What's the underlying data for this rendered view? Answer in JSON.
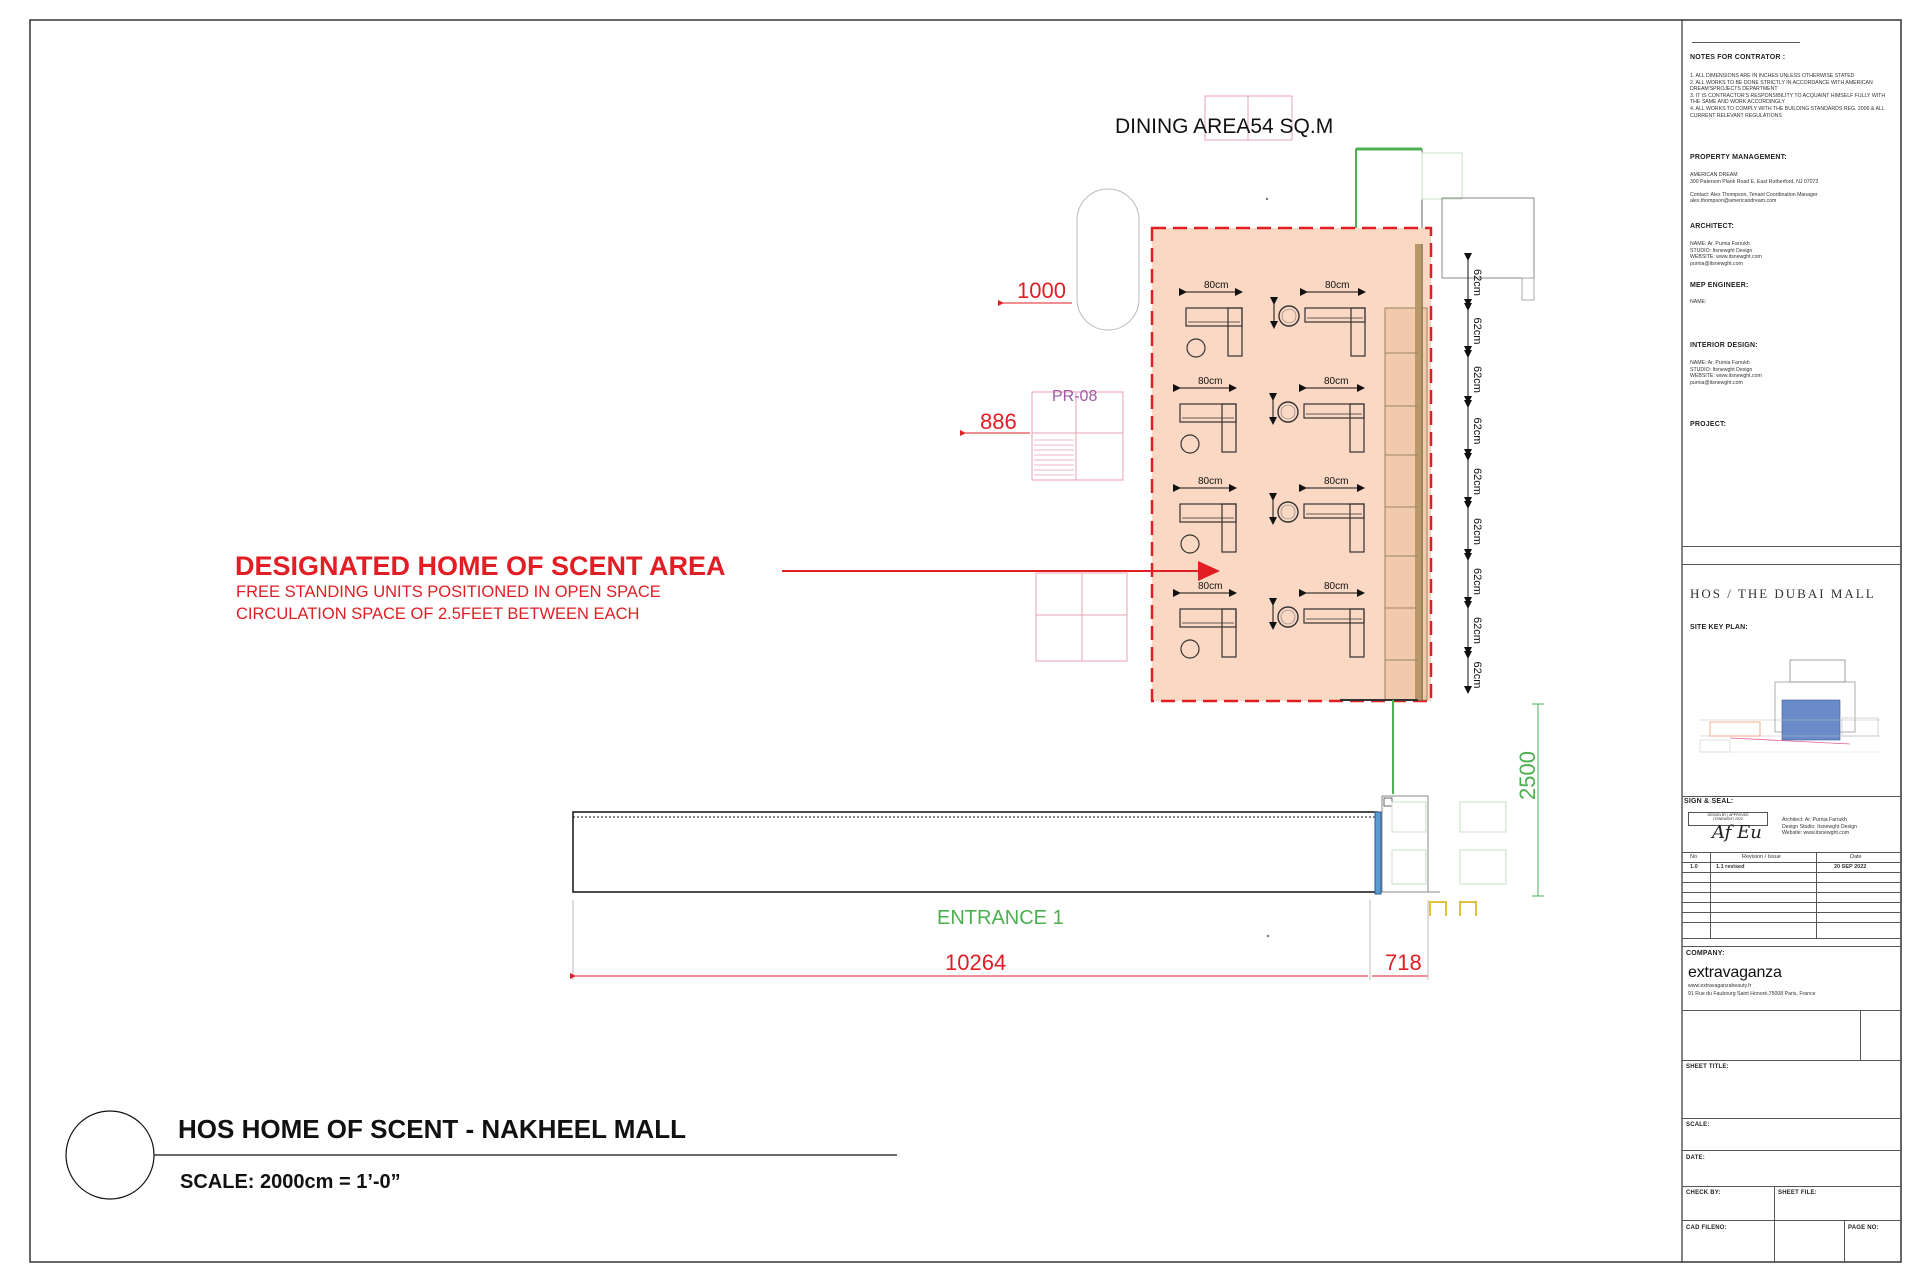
{
  "plan": {
    "dining_label": "DINING AREA54 SQ.M",
    "dim_1000": "1000",
    "dim_886": "886",
    "pr_label": "PR-08",
    "unit_width": "80cm",
    "row_spacing": "62cm",
    "entrance_label": "ENTRANCE 1",
    "dim_10264": "10264",
    "dim_718": "718",
    "dim_2500": "2500"
  },
  "callout": {
    "title": "DESIGNATED HOME OF SCENT AREA",
    "line1": "FREE STANDING UNITS POSITIONED IN OPEN SPACE",
    "line2": "CIRCULATION SPACE OF 2.5FEET BETWEEN EACH"
  },
  "drawing_title": {
    "title": "HOS HOME OF SCENT - NAKHEEL MALL",
    "scale": "SCALE: 2000cm = 1’-0”"
  },
  "title_block": {
    "notes_heading": "NOTES FOR CONTRATOR :",
    "notes_text": "1. ALL DIMENSIONS ARE IN INCHES UNLESS OTHERWISE STATED\n2. ALL WORKS TO BE DONE STRICTLY IN ACCORDANCE WITH AMERICAN DREAM'SPROJECTS DEPARTMENT\n3. IT IS CONTRACTOR'S RESPONSIBILITY TO ACQUAINT HIMSELF FULLY WITH THE SAME AND WORK ACCORDINGLY\n4. ALL WORKS TO COMPLY WITH THE BUILDING STANDARDS REG. 2006 & ALL CURRENT RELEVANT REGULATIONS",
    "pm_heading": "PROPERTY MANAGEMENT:",
    "pm_text": "AMERICAN DREAM\n300 Paterson Plank Road E. East Rutherford, NJ 07073\n\nContact: Alex Thompson, Tenant Coordination Manager\nalex.thompson@americandream.com",
    "arch_heading": "ARCHITECT:",
    "arch_text": "NAME: Ar. Purnia Farrukh\nSTUDIO: Itsnewght Design\nWEBSITE: www.itsnewght.com\npurnia@itsnewght.com",
    "mep_heading": "MEP ENGINEER:",
    "mep_text": "NAME:",
    "id_heading": "INTERIOR DESIGN:",
    "id_text": "NAME: Ar. Purnia Farrukh\nSTUDIO: Itsnewght Design\nWEBSITE: www.itsnewght.com\npurnia@itsnewght.com",
    "project_heading": "PROJECT:",
    "project_name": "HOS / THE DUBAI MALL",
    "keyplan_heading": "SITE KEY PLAN:",
    "sign_heading": "SIGN & SEAL:",
    "stamp_text": "DESIGN BY | APPROVED\nITSNEWGHT 2022",
    "signature": "Af Eu",
    "sign_text": "Architect: Ar. Purnia Farrukh\nDesign Studio: Itsnewght Design\nWebsite: www.itsnewght.com",
    "rev_no_h": "No",
    "rev_issue_h": "Revision / Issue",
    "rev_date_h": "Date",
    "rev_no": "1.0",
    "rev_issue": "1.1 revised",
    "rev_date": "20 SEP 2022",
    "company_heading": "COMPANY:",
    "company_name_a": "extra",
    "company_name_b": "vaganza",
    "company_web": "www.extravaganzabeauty.fr",
    "company_addr": "91 Rue du Faubourg Saint Honoré,75008 Paris, France",
    "sheet_title": "SHEET TITLE:",
    "scale": "SCALE:",
    "date": "DATE:",
    "check_by": "CHECK BY:",
    "sheet_file": "SHEET FILE:",
    "cad_file": "CAD FILENO:",
    "page_no": "PAGE NO:"
  },
  "colors": {
    "red": "#e01e24",
    "zone_fill": "#fbd8c3",
    "green": "#4caf50",
    "pink": "#e8a0b0",
    "purple": "#a05aa8"
  }
}
